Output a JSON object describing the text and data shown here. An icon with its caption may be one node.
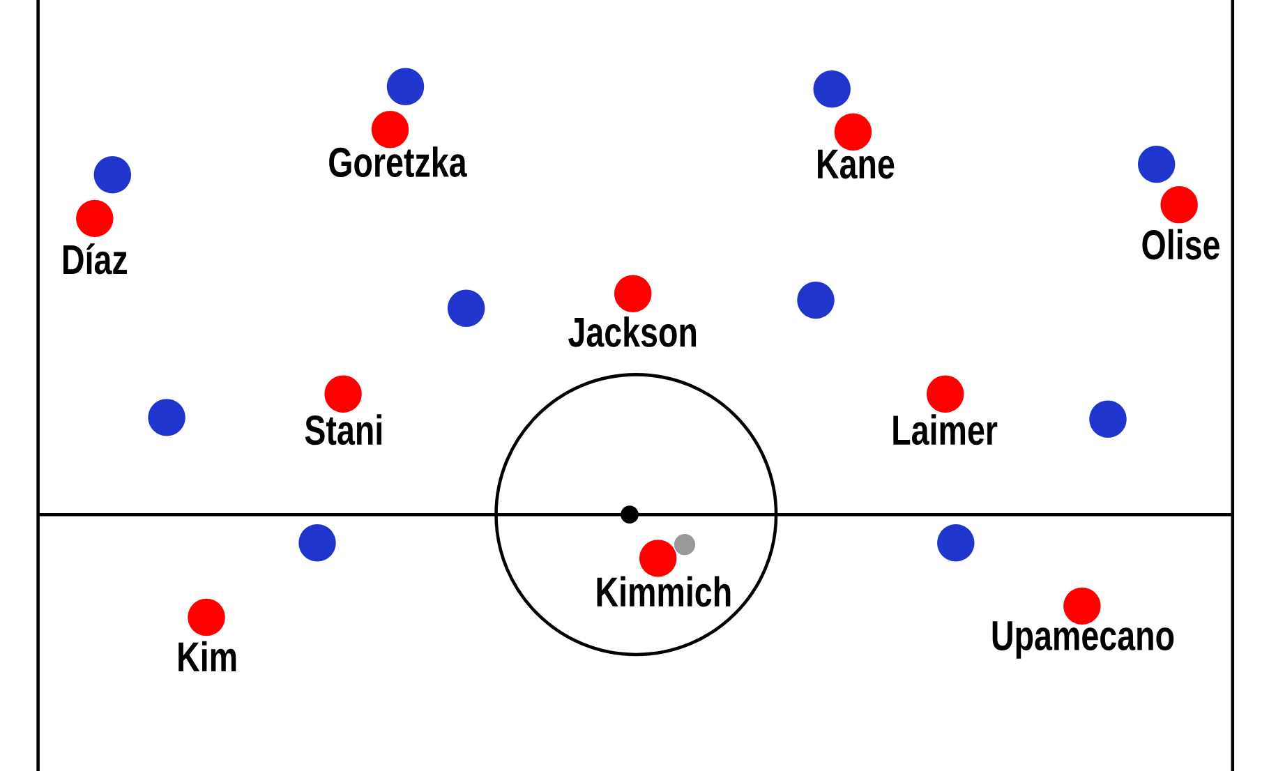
{
  "diagram": {
    "nodes": [
      {
        "text": [
          "Goretzka"
        ]
      },
      {
        "text": [
          "Kane"
        ]
      },
      {
        "text": [
          "Olise"
        ]
      },
      {
        "text": [
          "Díaz"
        ]
      },
      {
        "text": [
          "Jackson"
        ]
      },
      {
        "text": [
          "Stani"
        ]
      },
      {
        "text": [
          "Laimer"
        ]
      },
      {
        "text": [
          "Kimmich"
        ]
      },
      {
        "text": [
          "Upamecano"
        ]
      },
      {
        "text": [
          "Kim"
        ]
      },
      {
        "text": [],
        "shape": "circle"
      },
      {
        "text": [],
        "shape": "circle"
      },
      {
        "text": [],
        "shape": "circle"
      },
      {
        "text": [],
        "shape": "circle"
      },
      {
        "text": [],
        "shape": "circle"
      },
      {
        "text": [],
        "shape": "circle"
      },
      {
        "text": [],
        "shape": "circle"
      },
      {
        "text": [],
        "shape": "circle"
      },
      {
        "text": [],
        "shape": "circle"
      },
      {
        "text": [],
        "shape": "circle"
      },
      {
        "text": [],
        "shape": "circle"
      }
    ]
  }
}
